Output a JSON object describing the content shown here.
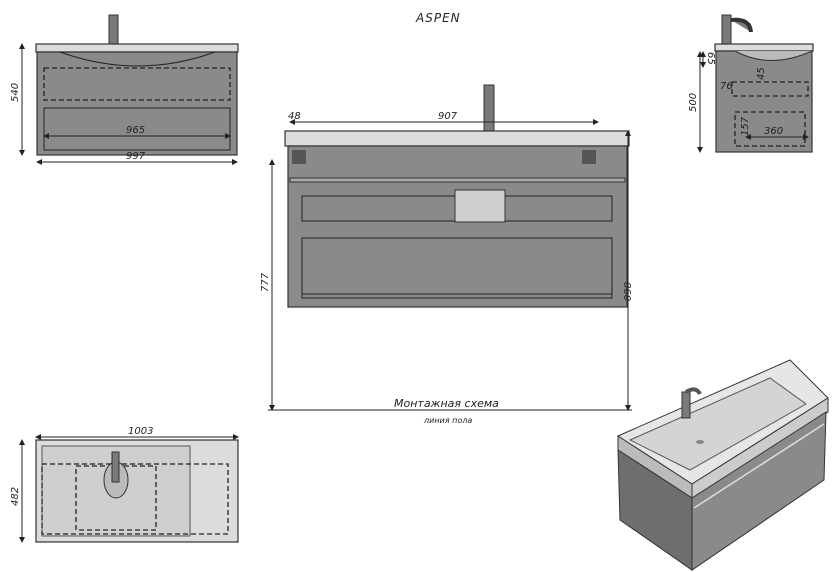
{
  "title": "ASPEN",
  "front_view_small": {
    "height": "540",
    "inner_width": "965",
    "width": "997"
  },
  "main_view": {
    "offset": "48",
    "basin_width": "907",
    "cabinet_height": "777",
    "total_height": "860",
    "caption": "Монтажная схема",
    "floor_label": "линия пола"
  },
  "side_view": {
    "d1": "65",
    "d2": "45",
    "d3": "76",
    "d4": "157",
    "depth": "360",
    "height": "500"
  },
  "top_view": {
    "width": "1003",
    "depth": "482"
  }
}
